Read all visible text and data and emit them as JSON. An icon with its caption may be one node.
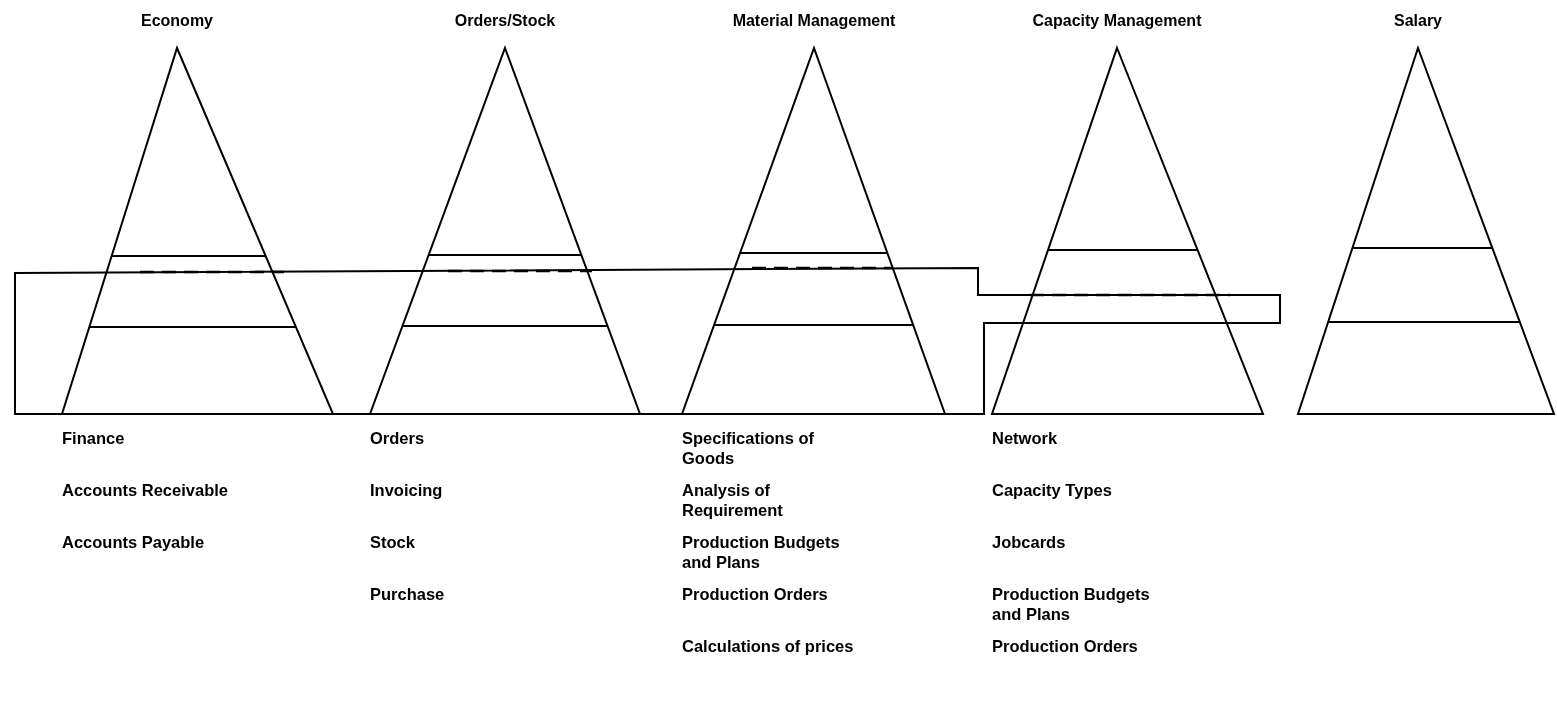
{
  "diagram": {
    "nodes": [
      {
        "text": [
          "Economy"
        ],
        "beside": [
          "Finance",
          "Accounts Receivable",
          "Accounts Payable"
        ]
      },
      {
        "text": [
          "Orders/Stock"
        ],
        "beside": [
          "Orders",
          "Invoicing",
          "Stock",
          "Purchase"
        ]
      },
      {
        "text": [
          "Material Management"
        ],
        "beside": [
          "Specifications of Goods",
          "Analysis of Requirement",
          "Production Budgets and Plans",
          "Production Orders",
          "Calculations of prices"
        ]
      },
      {
        "text": [
          "Capacity Management"
        ],
        "beside": [
          "Network",
          "Capacity Types",
          "Jobcards",
          "Production Budgets and Plans",
          "Production Orders"
        ]
      },
      {
        "text": [
          "Salary"
        ]
      },
      {
        "text": [],
        "shape": "band"
      }
    ]
  }
}
